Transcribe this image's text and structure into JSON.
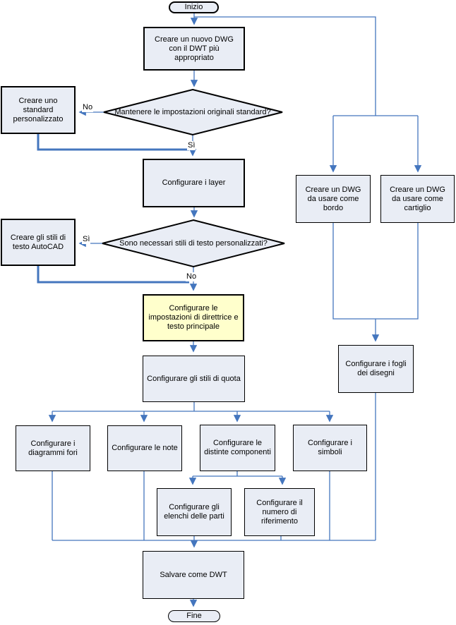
{
  "diagram": {
    "type": "flowchart",
    "language": "it",
    "colors": {
      "connector": "#4476BE",
      "node_fill": "#E9EDF5",
      "highlight_fill": "#FFFFCC",
      "border": "#000000"
    },
    "terminators": {
      "start": "Inizio",
      "end": "Fine"
    },
    "decisions": {
      "keep_standard": "Mantenere le impostazioni originali standard?",
      "need_text_styles": "Sono necessari stili di testo personalizzati?"
    },
    "edge_labels": {
      "no_1": "No",
      "yes_1": "Sì",
      "yes_2": "Sì",
      "no_2": "No"
    },
    "nodes": {
      "new_dwg": "Creare un nuovo DWG con il DWT più appropriato",
      "custom_standard": "Creare uno standard personalizzato",
      "layers": "Configurare i layer",
      "autocad_text_styles": "Creare gli stili di testo AutoCAD",
      "leader_text": "Configurare le impostazioni di direttrice e testo principale",
      "dim_styles": "Configurare gli stili di quota",
      "dwg_border": "Creare un DWG da usare come bordo",
      "dwg_titleblock": "Creare un DWG da usare come cartiglio",
      "sheets": "Configurare i fogli dei disegni",
      "hole_charts": "Configurare i diagrammi fori",
      "notes": "Configurare le note",
      "boms": "Configurare le distinte componenti",
      "symbols": "Configurare i simboli",
      "parts_lists": "Configurare gli elenchi delle parti",
      "ref_numbers": "Configurare il numero di riferimento",
      "save_dwt": "Salvare come DWT"
    }
  }
}
